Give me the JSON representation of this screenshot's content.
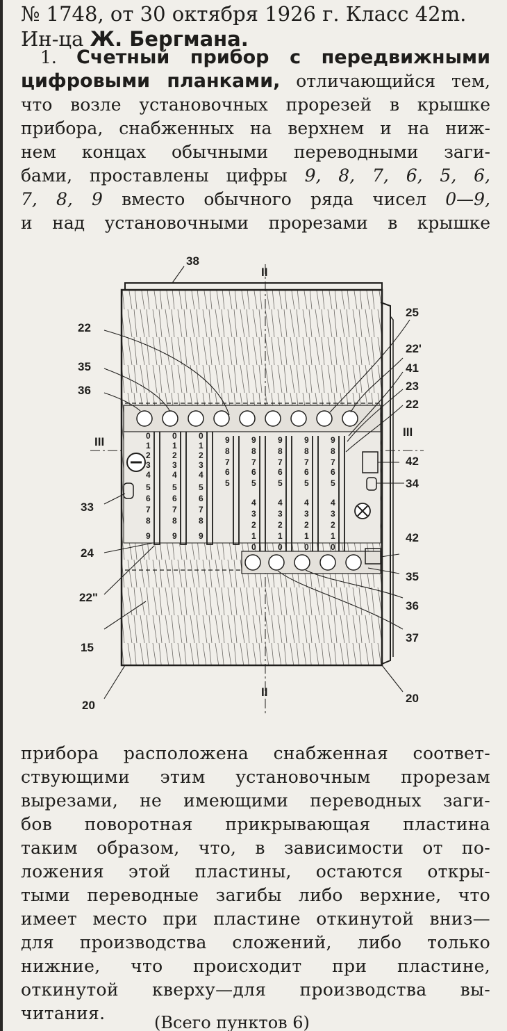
{
  "header": {
    "line1": "№ 1748, от 30 октября 1926 г.   Класс 42m.",
    "line2_prefix": "Ин-ца ",
    "line2_name": "Ж. Бергмана."
  },
  "claim": {
    "number": "1.",
    "title_1": "Счетный прибор с передвижными",
    "title_2": "цифровыми планками,",
    "line_2_rest": "отличающийся тем,",
    "line_3": "что возле установочных прорезей в крышке",
    "line_4": "прибора, снабженных на верхнем и на ниж-",
    "line_5": "нем концах обычными переводными заги-",
    "line_6_text": "бами, проставлены цифры",
    "line_6_nums": "9, 8, 7, 6, 5, 6,",
    "line_7_nums": "7, 8, 9",
    "line_7_mid": "вместо обычного ряда чисел",
    "line_7_range": "0—9,",
    "line_8": "и над установочными прорезами в крышке"
  },
  "figure": {
    "labels": [
      "38",
      "II",
      "25",
      "22",
      "22'",
      "41",
      "35",
      "23",
      "36",
      "22",
      "III",
      "III",
      "42",
      "34",
      "33",
      "24",
      "42",
      "35",
      "22\"",
      "36",
      "15",
      "37",
      "20",
      "II",
      "20"
    ],
    "label_names": {
      "top_bar": "38",
      "section_top": "II",
      "right_1": "25",
      "left_1": "22",
      "right_2": "22'",
      "right_3": "41",
      "left_2": "35",
      "right_4": "23",
      "left_3": "36",
      "right_5": "22",
      "section_left": "III",
      "section_right": "III",
      "right_6": "42",
      "right_7": "34",
      "left_4": "33",
      "left_5": "24",
      "right_8": "42",
      "right_9": "35",
      "left_6": "22\"",
      "right_10": "36",
      "left_7": "15",
      "right_11": "37",
      "bottom_left": "20",
      "section_bottom": "II",
      "bottom_right": "20"
    },
    "slot_digits_top": [
      "0",
      "1",
      "2",
      "3",
      "4",
      "5",
      "6",
      "7",
      "8",
      "9"
    ],
    "slot_digits_bottom": [
      "9",
      "8",
      "7",
      "6",
      "5",
      "4",
      "3",
      "2",
      "1",
      "0"
    ]
  },
  "tail": {
    "line_1": "прибора расположена снабженная соответ-",
    "line_2": "ствующими этим установочным прорезам",
    "line_3": "вырезами, не имеющими переводных заги-",
    "line_4": "бов поворотная прикрывающая пластина",
    "line_5": "таким образом, что, в зависимости от по-",
    "line_6": "ложения этой пластины, остаются откры-",
    "line_7": "тыми переводные загибы либо верхние, что",
    "line_8": "имеет место при пластине откинутой вниз—",
    "line_9": "для производства сложений, либо только",
    "line_10": "нижние, что происходит при пластине,",
    "line_11": "откинутой кверху—для производства вы-",
    "line_12": "читания."
  },
  "footer": {
    "text": "(Всего пунктов 6)"
  }
}
